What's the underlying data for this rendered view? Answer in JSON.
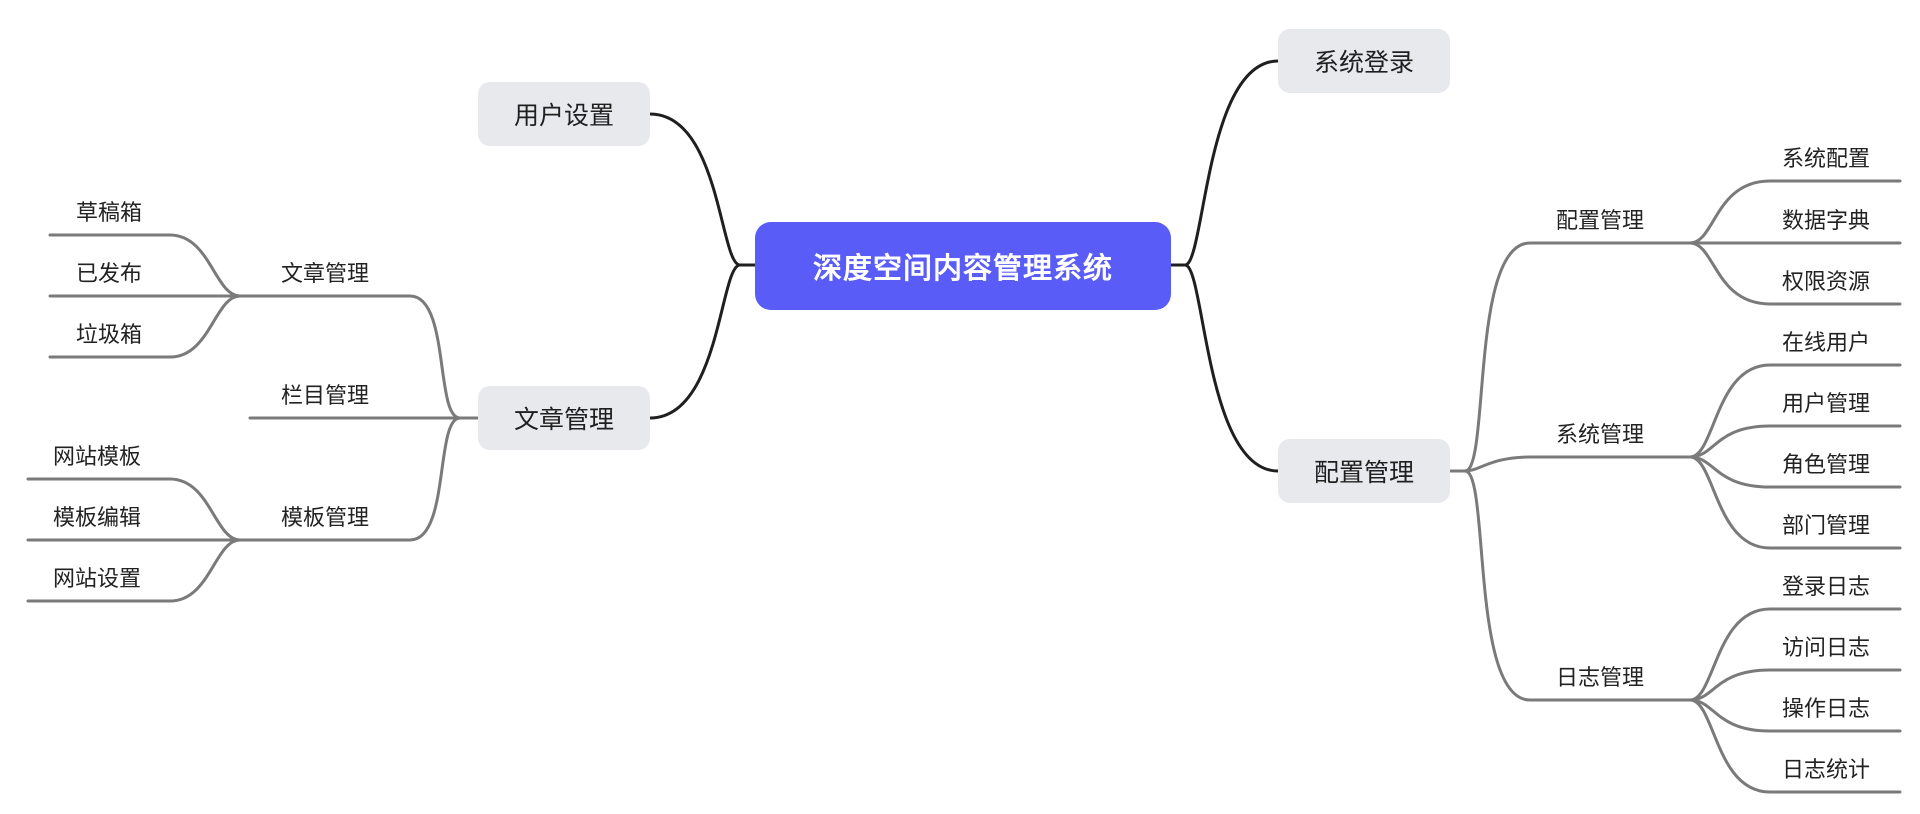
{
  "mindmap": {
    "root": {
      "label": "深度空间内容管理系统",
      "color": "#5a5cf8"
    },
    "left": [
      {
        "label": "用户设置",
        "children": []
      },
      {
        "label": "文章管理",
        "children": [
          {
            "label": "文章管理",
            "children": [
              {
                "label": "草稿箱"
              },
              {
                "label": "已发布"
              },
              {
                "label": "垃圾箱"
              }
            ]
          },
          {
            "label": "栏目管理",
            "children": []
          },
          {
            "label": "模板管理",
            "children": [
              {
                "label": "网站模板"
              },
              {
                "label": "模板编辑"
              },
              {
                "label": "网站设置"
              }
            ]
          }
        ]
      }
    ],
    "right": [
      {
        "label": "系统登录",
        "children": []
      },
      {
        "label": "配置管理",
        "children": [
          {
            "label": "配置管理",
            "children": [
              {
                "label": "系统配置"
              },
              {
                "label": "数据字典"
              },
              {
                "label": "权限资源"
              }
            ]
          },
          {
            "label": "系统管理",
            "children": [
              {
                "label": "在线用户"
              },
              {
                "label": "用户管理"
              },
              {
                "label": "角色管理"
              },
              {
                "label": "部门管理"
              }
            ]
          },
          {
            "label": "日志管理",
            "children": [
              {
                "label": "登录日志"
              },
              {
                "label": "访问日志"
              },
              {
                "label": "操作日志"
              },
              {
                "label": "日志统计"
              }
            ]
          }
        ]
      }
    ]
  }
}
